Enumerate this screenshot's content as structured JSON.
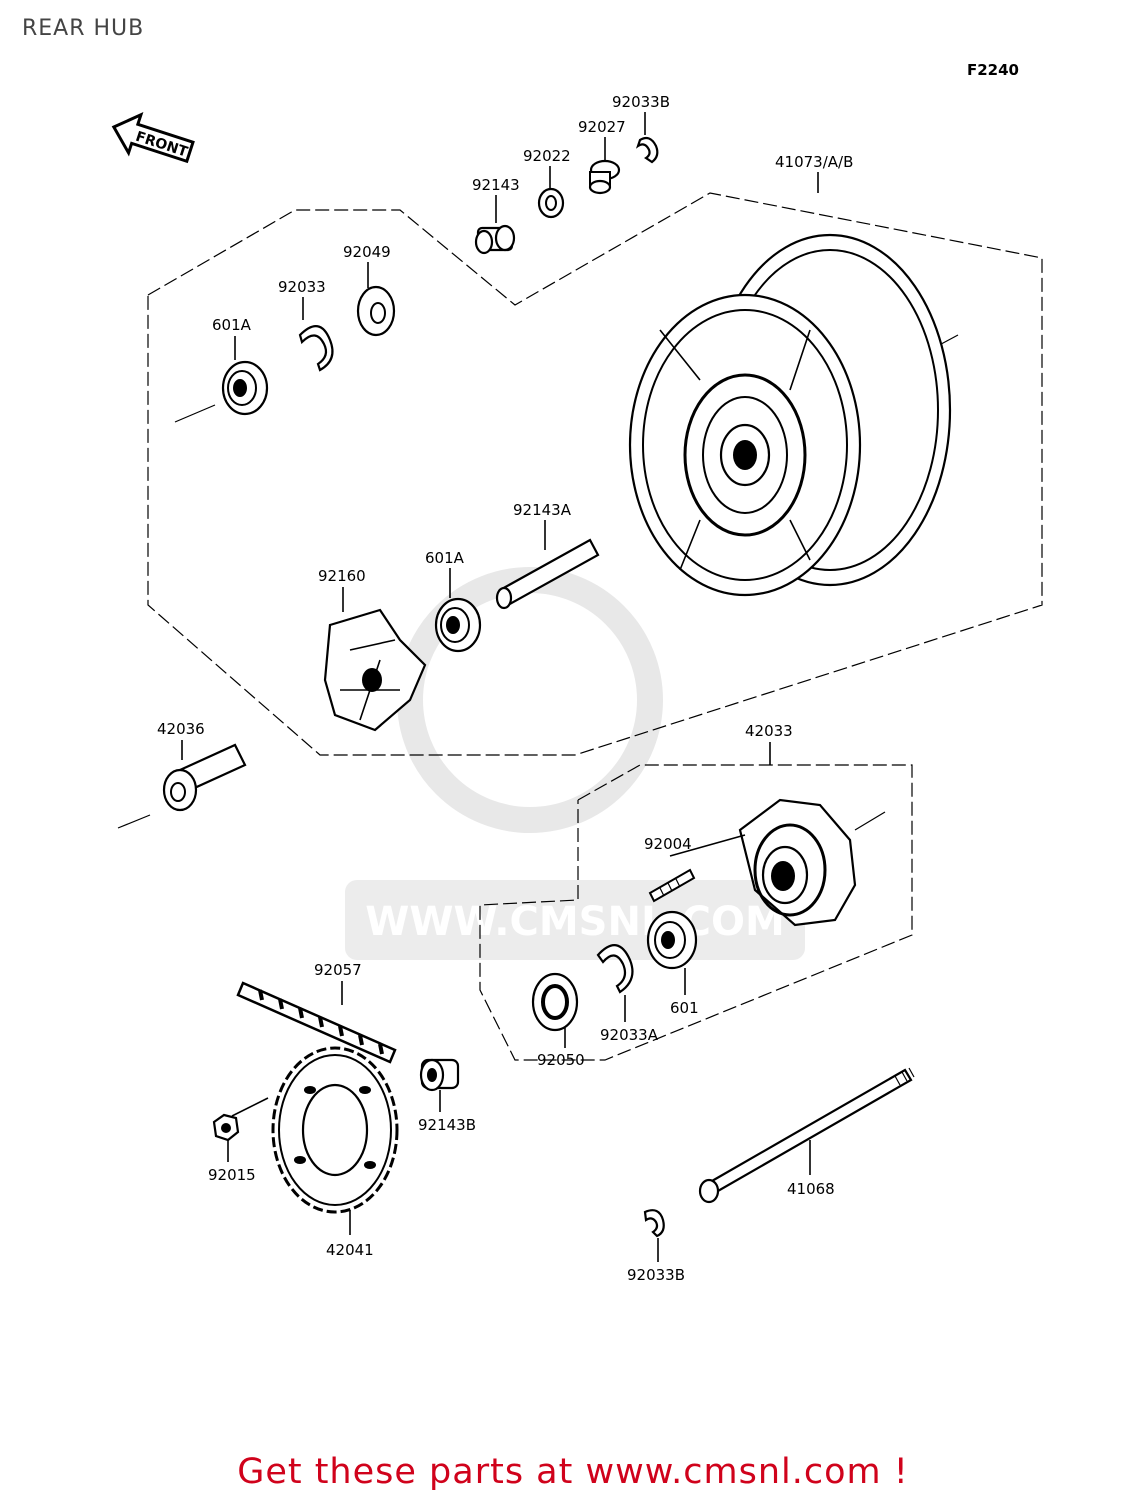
{
  "title": "REAR HUB",
  "diagram": {
    "figure_code": "F2240",
    "front_label": "FRONT",
    "watermark": "WWW.CMSNL.COM",
    "parts": {
      "p92033B_top": "92033B",
      "p92027": "92027",
      "p92022": "92022",
      "p92143": "92143",
      "p41073": "41073/A/B",
      "p92049": "92049",
      "p92033": "92033",
      "p601A_top": "601A",
      "p92143A": "92143A",
      "p601A_mid": "601A",
      "p92160": "92160",
      "p42036": "42036",
      "p42033": "42033",
      "p92004": "92004",
      "p92057": "92057",
      "p92050": "92050",
      "p92033A": "92033A",
      "p601": "601",
      "p92143B": "92143B",
      "p92015": "92015",
      "p42041": "42041",
      "p41068": "41068",
      "p92033B_bot": "92033B"
    }
  },
  "cta_text": "Get these parts at www.cmsnl.com !",
  "colors": {
    "cta": "#d0021b",
    "watermark": "#e6e6e6"
  }
}
